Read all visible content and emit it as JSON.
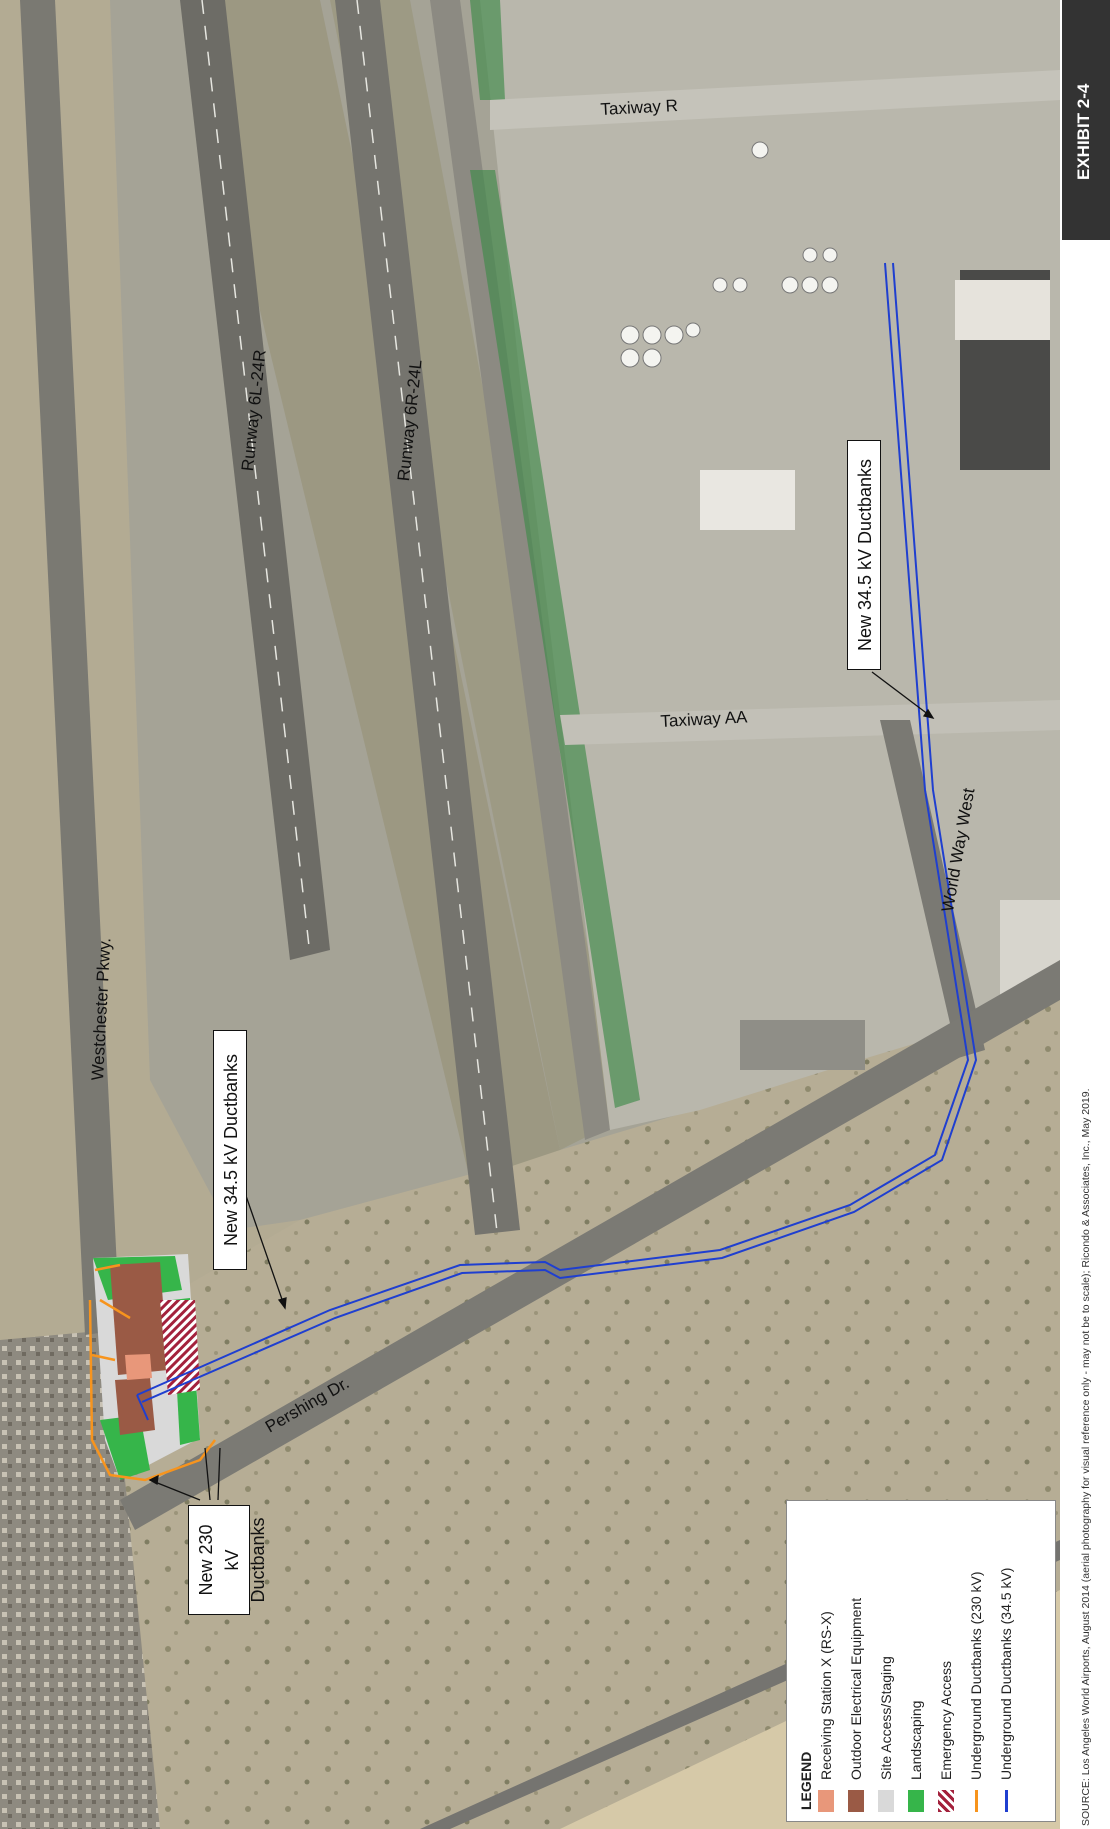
{
  "exhibit": "EXHIBIT 2-4",
  "source": "SOURCE: Los Angeles World Airports, August 2014 (aerial photography for visual reference only - may not be to scale); Ricondo & Associates, Inc., May 2019.",
  "map_labels": {
    "taxiway_r": "Taxiway R",
    "runway_6l": "Runway 6L-24R",
    "runway_6r": "Runway 6R-24L",
    "taxiway_aa": "Taxiway AA",
    "world_way_west": "World Way West",
    "westchester": "Westchester Pkwy.",
    "pershing": "Pershing Dr."
  },
  "callouts": {
    "ductbanks_34_right": "New 34.5 kV Ductbanks",
    "ductbanks_34_left": "New 34.5 kV Ductbanks",
    "ductbanks_230_line1": "New 230 kV",
    "ductbanks_230_line2": "Ductbanks"
  },
  "legend": {
    "title": "LEGEND",
    "items": [
      {
        "label": "Receiving Station X (RS-X)",
        "color": "#e8977a",
        "kind": "fill"
      },
      {
        "label": "Outdoor Electrical Equipment",
        "color": "#9a5a45",
        "kind": "fill"
      },
      {
        "label": "Site Access/Staging",
        "color": "#d9d9d9",
        "kind": "fill"
      },
      {
        "label": "Landscaping",
        "color": "#36b54a",
        "kind": "fill"
      },
      {
        "label": "Emergency Access",
        "color": "#a3213c",
        "kind": "hatch"
      },
      {
        "label": "Underground Ductbanks (230 kV)",
        "color": "#f7941d",
        "kind": "line"
      },
      {
        "label": "Underground Ductbanks (34.5 kV)",
        "color": "#1f3fd0",
        "kind": "line"
      }
    ]
  }
}
